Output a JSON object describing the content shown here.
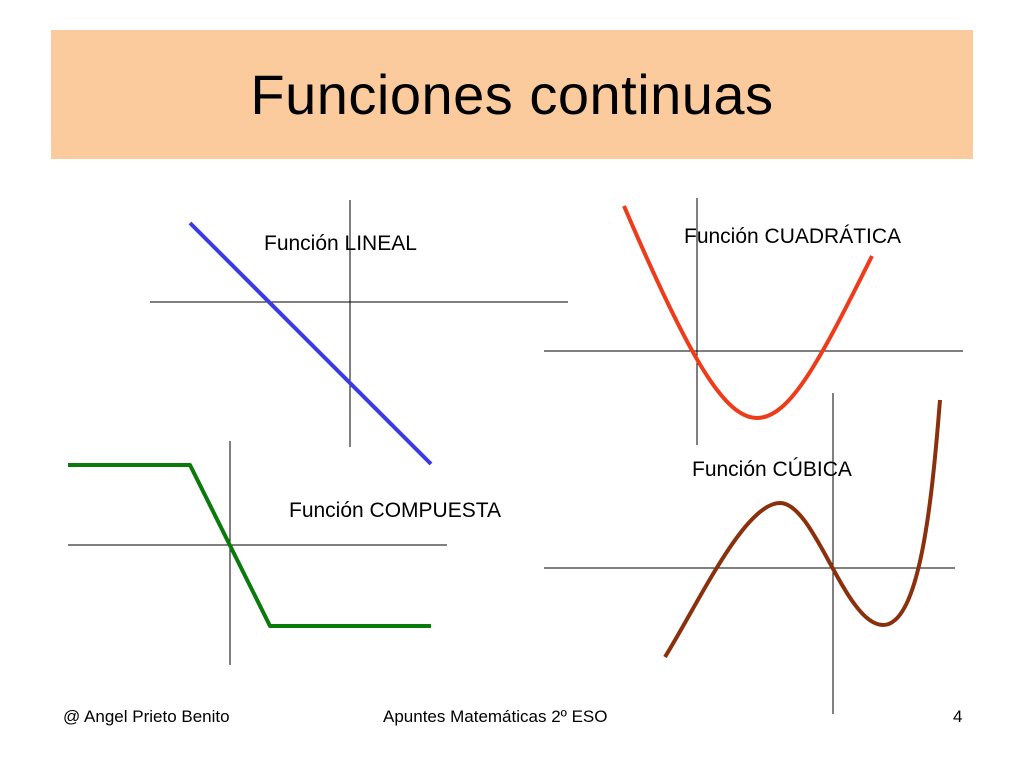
{
  "slide": {
    "title": "Funciones continuas"
  },
  "graphs": {
    "lineal": {
      "label": "Función LINEAL",
      "color": "#3b3be6"
    },
    "cuadratica": {
      "label": "Función CUADRÁTICA",
      "color": "#ee3b1a"
    },
    "compuesta": {
      "label": "Función COMPUESTA",
      "color": "#0a7a0a"
    },
    "cubica": {
      "label": "Función CÚBICA",
      "color": "#8b300d"
    }
  },
  "footer": {
    "author": "@  Angel Prieto Benito",
    "course": "Apuntes Matemáticas 2º ESO",
    "page_number": "4"
  }
}
